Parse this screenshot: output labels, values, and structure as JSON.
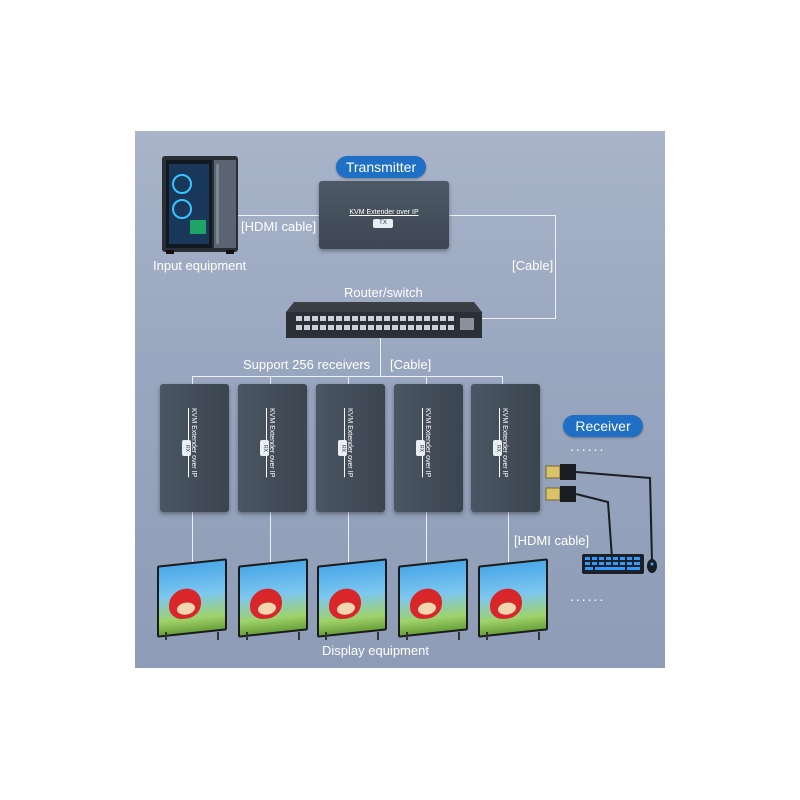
{
  "labels": {
    "transmitter": "Transmitter",
    "receiver": "Receiver",
    "input_equipment": "Input equipment",
    "hdmi_cable_top": "[HDMI cable]",
    "cable_right": "[Cable]",
    "router_switch": "Router/switch",
    "support_receivers": "Support 256 receivers",
    "cable_mid": "[Cable]",
    "hdmi_cable_bottom": "[HDMI cable]",
    "display_equipment": "Display equipment",
    "dots": "......"
  },
  "transmitter_device": {
    "name": "KVM Extender over IP",
    "badge": "TX"
  },
  "receiver_devices": [
    {
      "name": "KVM Extender over IP",
      "badge": "RX"
    },
    {
      "name": "KVM Extender over IP",
      "badge": "RX"
    },
    {
      "name": "KVM Extender over IP",
      "badge": "RX"
    },
    {
      "name": "KVM Extender over IP",
      "badge": "RX"
    },
    {
      "name": "KVM Extender over IP",
      "badge": "RX"
    }
  ],
  "colors": {
    "panel": "#9aa8c1",
    "accent": "#1f6fc5",
    "device": "#434e5a",
    "line": "#eef2f8"
  }
}
